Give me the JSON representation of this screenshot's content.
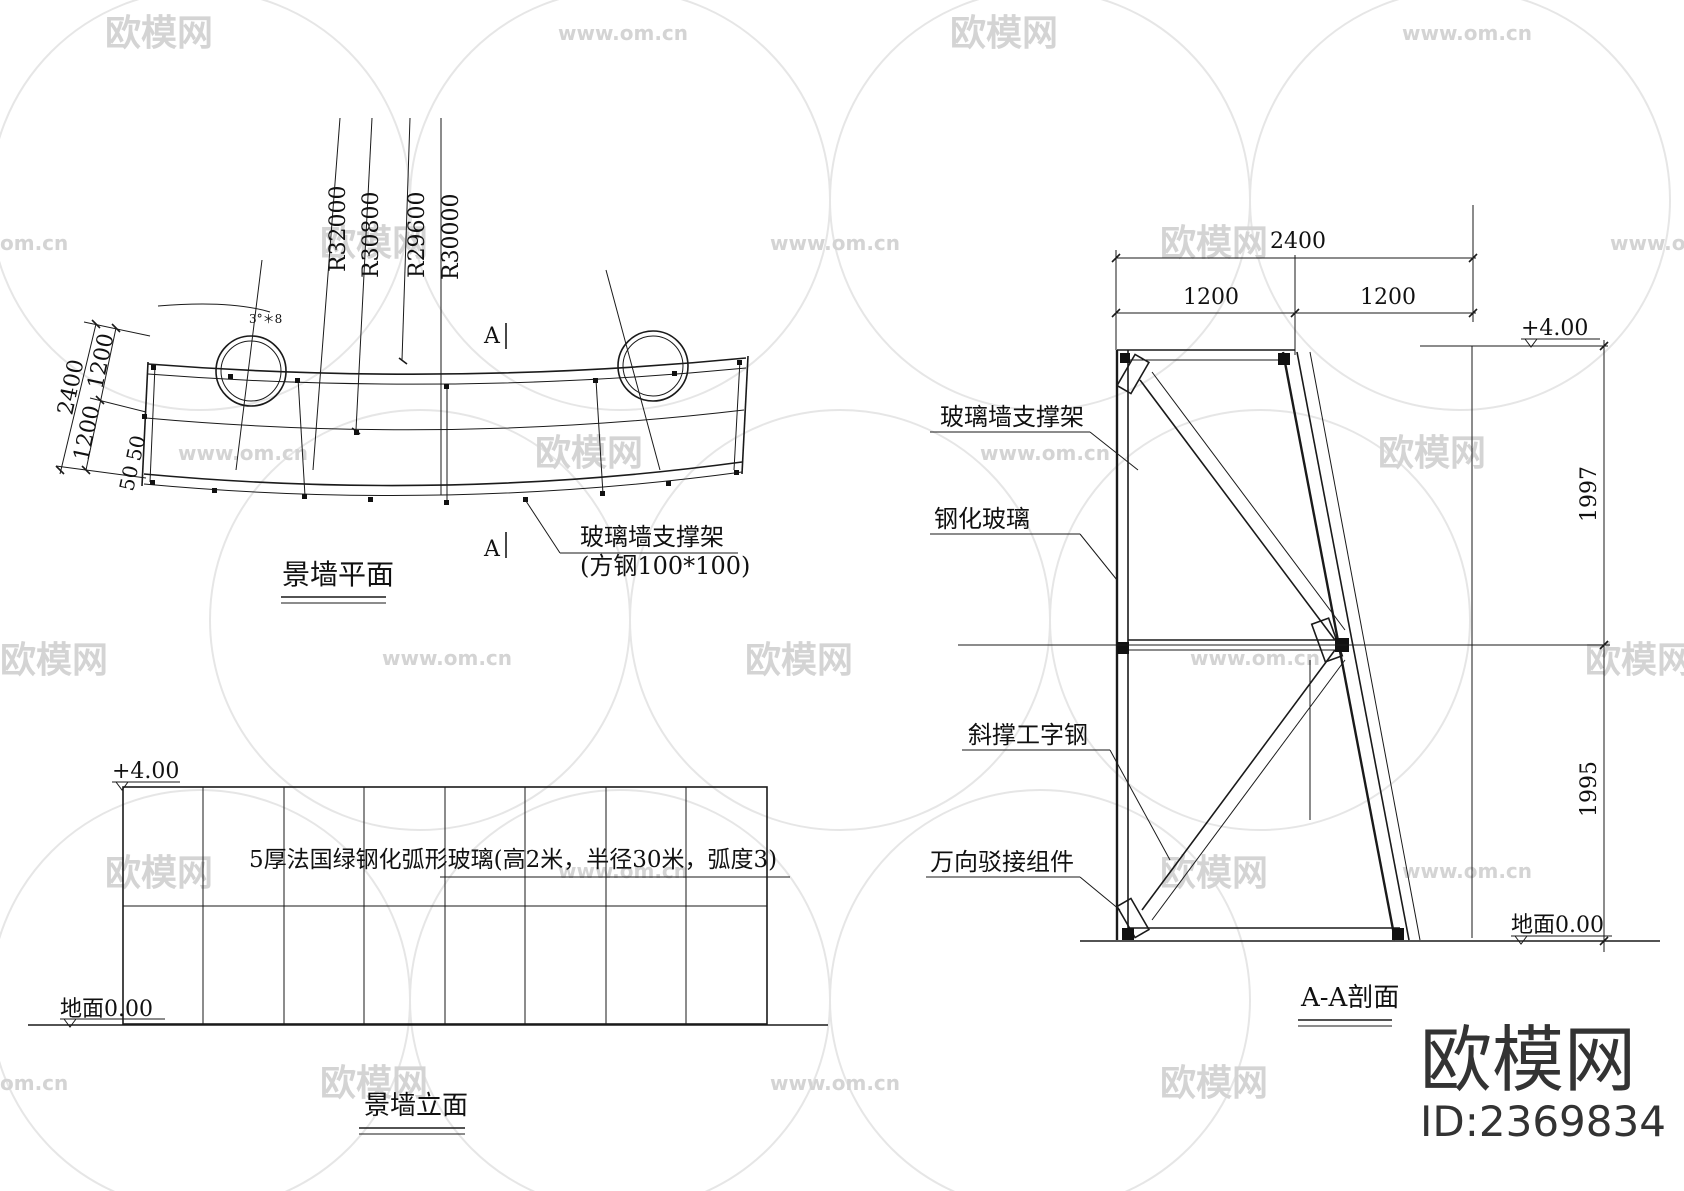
{
  "watermark": {
    "brand": "欧模网",
    "url": "www.om.cn",
    "url_short": "om.cn"
  },
  "plan": {
    "title": "景墙平面",
    "radii": [
      "R32000",
      "R30800",
      "R29600",
      "R30000"
    ],
    "angle_note": "3°＊8",
    "dim_total": "2400",
    "dim_upper": "1200",
    "dim_lower": "1200",
    "dim_edge_a": "50",
    "dim_edge_b": "50",
    "section_mark": "A",
    "callout_line1": "玻璃墙支撑架",
    "callout_line2": "(方钢100*100)"
  },
  "elevation": {
    "title": "景墙立面",
    "top_level": "+4.00",
    "ground_level": "地面0.00",
    "note": "5厚法国绿钢化弧形玻璃(高2米，半径30米，弧度3)"
  },
  "section": {
    "title": "A-A剖面",
    "dim_total": "2400",
    "dim_left": "1200",
    "dim_right": "1200",
    "top_level": "+4.00",
    "ground_level": "地面0.00",
    "dim_upper_height": "1997",
    "dim_lower_height": "1995",
    "label_support_frame": "玻璃墙支撑架",
    "label_tempered_glass": "钢化玻璃",
    "label_diagonal_brace": "斜撑工字钢",
    "label_universal_joint": "万向驳接组件"
  },
  "brand_block": {
    "name": "欧模网",
    "id": "ID:2369834"
  }
}
